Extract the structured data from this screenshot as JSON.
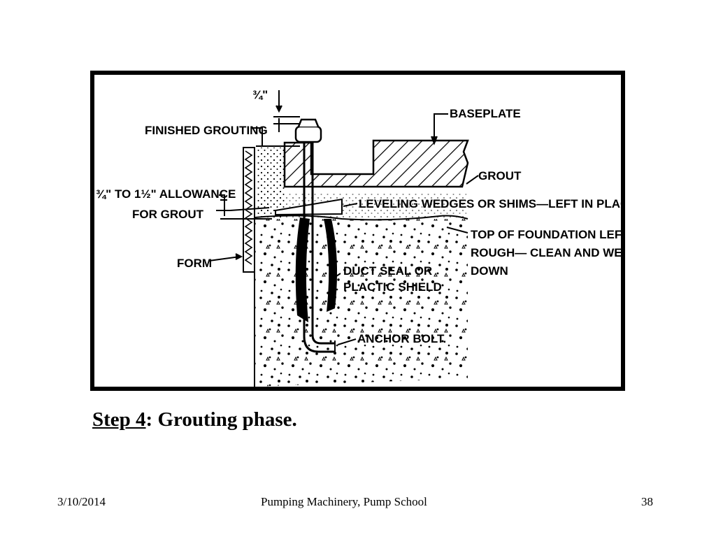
{
  "figure": {
    "labels": {
      "clearance": "¾\"",
      "finished_grouting": "FINISHED GROUTING",
      "baseplate": "BASEPLATE",
      "grout": "GROUT",
      "allowance_line1": "¾\" TO 1½\" ALLOWANCE",
      "allowance_line2": "FOR GROUT",
      "leveling": "LEVELING WEDGES OR SHIMS—LEFT IN PLACE",
      "foundation_line1": "TOP OF FOUNDATION LEFT",
      "foundation_line2": "ROUGH— CLEAN AND WET",
      "foundation_line3": "DOWN",
      "form": "FORM",
      "duct_line1": "DUCT SEAL OR",
      "duct_line2": "PLACTIC SHIELD",
      "anchor_bolt": "ANCHOR BOLT."
    }
  },
  "caption": {
    "step": "Step 4",
    "text": ": Grouting phase."
  },
  "footer": {
    "date": "3/10/2014",
    "title": "Pumping Machinery, Pump School",
    "page": "38"
  }
}
